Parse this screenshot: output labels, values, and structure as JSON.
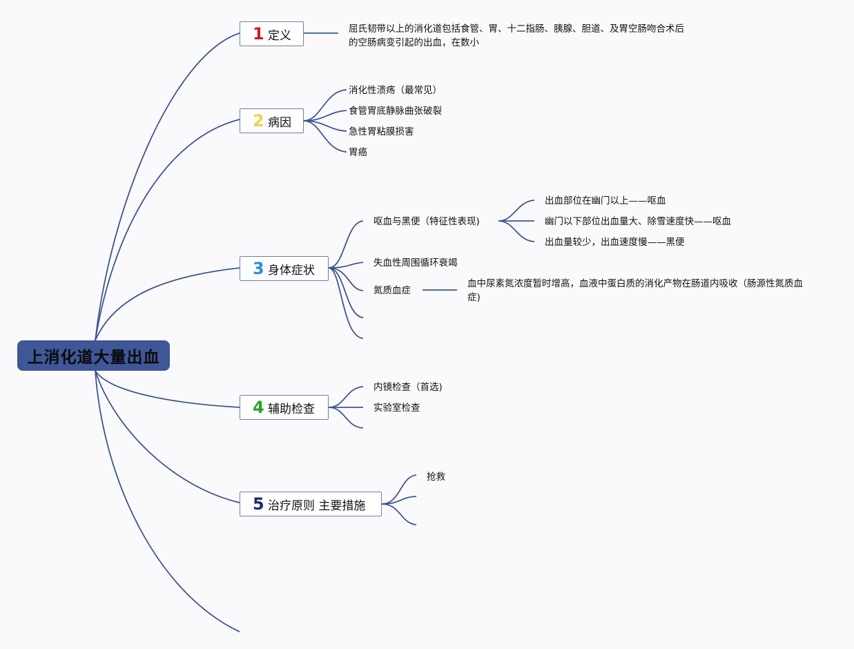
{
  "root": {
    "label": "上消化道大量出血"
  },
  "topics": [
    {
      "num": "1",
      "num_color": "#c9192e",
      "label": "定义",
      "children": [
        {
          "text": "屈氏韧带以上的消化道包括食管、胃、十二指肠、胰腺、胆道、及胃空肠吻合术后的空肠病变引起的出血，在数小"
        }
      ]
    },
    {
      "num": "2",
      "num_color": "#f0d24a",
      "label": "病因",
      "children": [
        {
          "text": "消化性溃疡（最常见）"
        },
        {
          "text": "食管胃底静脉曲张破裂"
        },
        {
          "text": "急性胃粘膜损害"
        },
        {
          "text": "胃癌"
        }
      ]
    },
    {
      "num": "3",
      "num_color": "#2a8fd6",
      "label": "身体症状",
      "children": [
        {
          "text": "呕血与黑便（特征性表现)",
          "children": [
            {
              "text": "出血部位在幽门以上——呕血"
            },
            {
              "text": "幽门以下部位出血量大、除雪速度快——呕血"
            },
            {
              "text": "出血量较少，出血速度慢——黑便"
            }
          ]
        },
        {
          "text": "失血性周围循环衰竭"
        },
        {
          "text": "氮质血症",
          "children": [
            {
              "text": "血中尿素氮浓度暂时增高，血液中蛋白质的消化产物在肠道内吸收（肠源性氮质血症)"
            }
          ]
        },
        {
          "text": ""
        },
        {
          "text": ""
        }
      ]
    },
    {
      "num": "4",
      "num_color": "#2aa12a",
      "label": "辅助检查",
      "children": [
        {
          "text": "内镜检查（首选)"
        },
        {
          "text": "实验室检查"
        },
        {
          "text": ""
        }
      ]
    },
    {
      "num": "5",
      "num_color": "#1e2a6e",
      "label": "治疗原则 主要措施",
      "children": [
        {
          "text": "抢救"
        },
        {
          "text": ""
        },
        {
          "text": ""
        }
      ]
    }
  ],
  "colors": {
    "line": "#3d5592",
    "root_bg": "#3f5697",
    "topic_border": "#6d7f9f",
    "background": "#fafafc"
  }
}
